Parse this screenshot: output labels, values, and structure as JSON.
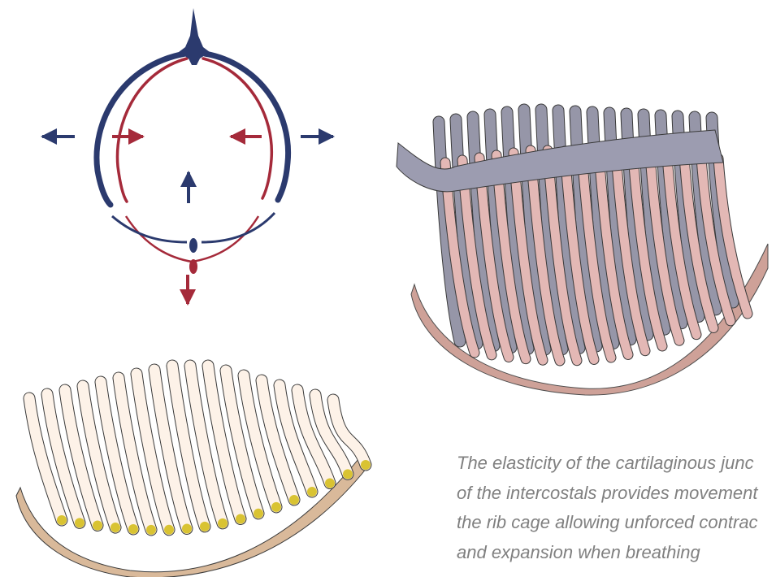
{
  "colors": {
    "navy": "#2b3a6e",
    "crimson": "#a52a3a",
    "rib_outline": "#3a3a3a",
    "front_rib_fill": "#fdf2e8",
    "front_cartilage": "#d9c332",
    "front_sternum": "#d9b99a",
    "grey_rib_fill": "#9696a8",
    "pink_rib_fill": "#e3b8b5",
    "sternum_pink": "#c9978d",
    "caption": "#808080"
  },
  "caption": {
    "lines": [
      "The elasticity of the cartilaginous junc",
      "of the intercostals provides movement",
      "the rib cage allowing unforced contrac",
      "and expansion when breathing"
    ]
  },
  "icons": [
    "arrow-left-icon",
    "arrow-right-icon",
    "arrow-up-icon",
    "arrow-down-icon"
  ]
}
